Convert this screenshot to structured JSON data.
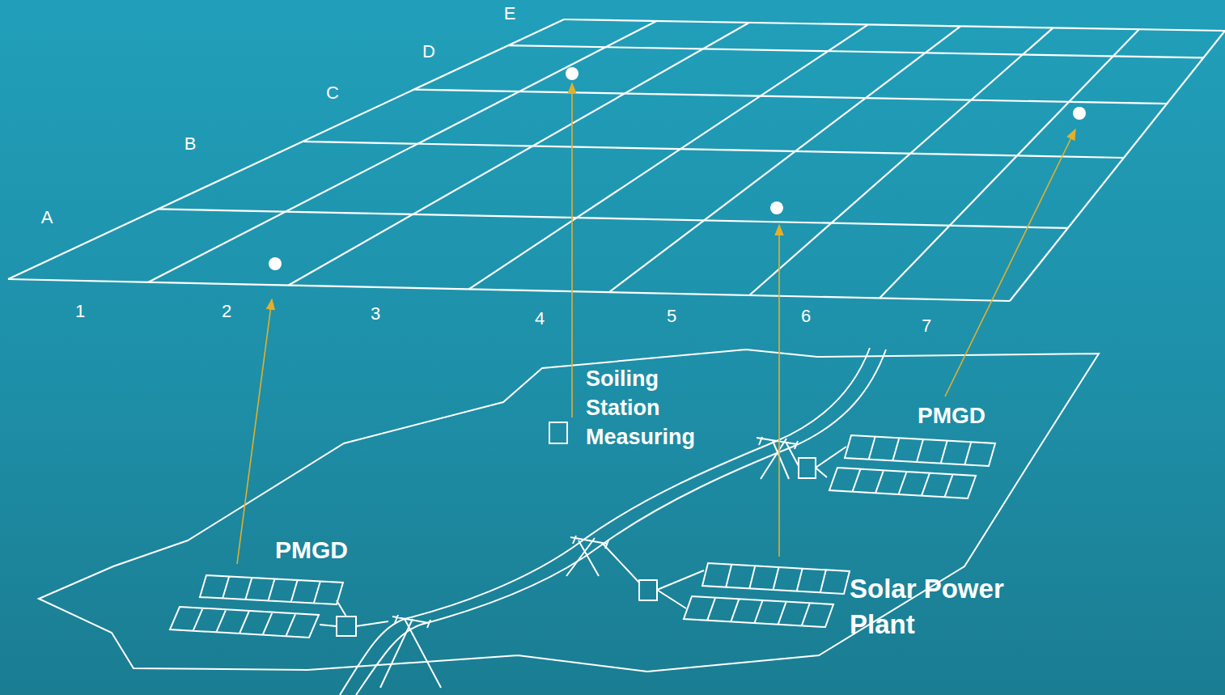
{
  "diagram": {
    "labels": [
      "A",
      "B",
      "C",
      "D",
      "E",
      "1",
      "2",
      "3",
      "4",
      "5",
      "6",
      "7",
      "Soiling Station Measuring",
      "PMGD",
      "Solar Power Plant",
      "PMGD"
    ]
  }
}
